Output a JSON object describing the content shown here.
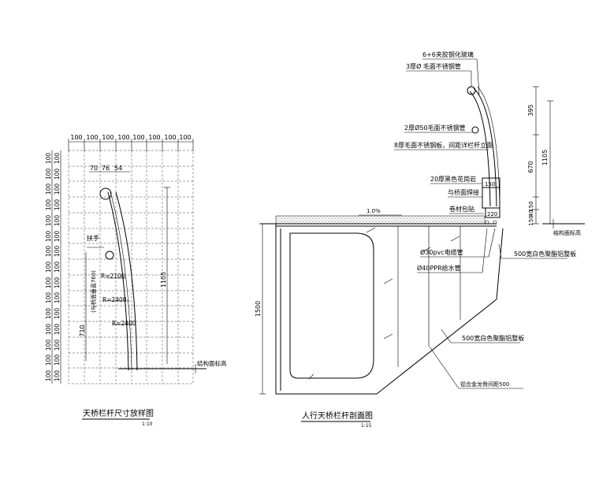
{
  "left_view": {
    "top_dims": [
      "100",
      "100",
      "100",
      "100",
      "100",
      "100",
      "100",
      "100"
    ],
    "side_dims": [
      "100",
      "100",
      "100",
      "100",
      "100",
      "100",
      "100",
      "100",
      "100",
      "100",
      "100",
      "100",
      "100",
      "100",
      "100",
      "100",
      "100",
      "100",
      "100",
      "100",
      "100",
      "100",
      "100",
      "100",
      "100",
      "100",
      "100",
      "100",
      "100",
      "100"
    ],
    "small_dims": [
      "70",
      "76",
      "54"
    ],
    "label_handrail": "扶手",
    "radius_1": "R=2100",
    "radius_2": "R=2400",
    "radius_3": "R=2400",
    "rotated_note": "(与桥面垂直760)",
    "dim_710": "710",
    "dim_1105": "1105",
    "ground_label": "结构面标高",
    "title": "天桥栏杆尺寸放样图",
    "scale": "1:10"
  },
  "right_view": {
    "note_glass": "6+6夹胶钢化玻璃",
    "note_pipe_top": "3厚Ø 毛面不锈钢管",
    "note_pipe_50": "2厚Ø50毛面不锈钢管",
    "note_plate": "8厚毛面不锈钢板，间距详栏杆立面",
    "note_groove": "20厚黑色花岗岩",
    "note_weld": "与桥面焊接",
    "note_anchor": "卷材包贴",
    "dim_150": "150",
    "dim_220": "220",
    "slope": "1.0%",
    "note_pvc": "Ø30pvc电缆管",
    "note_ppr": "Ø40PPR给水管",
    "note_panel_1": "500宽白色聚酯铝整板",
    "note_panel_2": "500宽白色聚酯铝整板",
    "note_frame": "铝合金龙骨间距500",
    "dim_1500": "1500",
    "dims_right": [
      "395",
      "670",
      "150",
      "40",
      "150"
    ],
    "dim_1105": "1105",
    "ground_label": "结构面标高",
    "title": "人行天桥栏杆剖面图",
    "scale": "1:15"
  }
}
